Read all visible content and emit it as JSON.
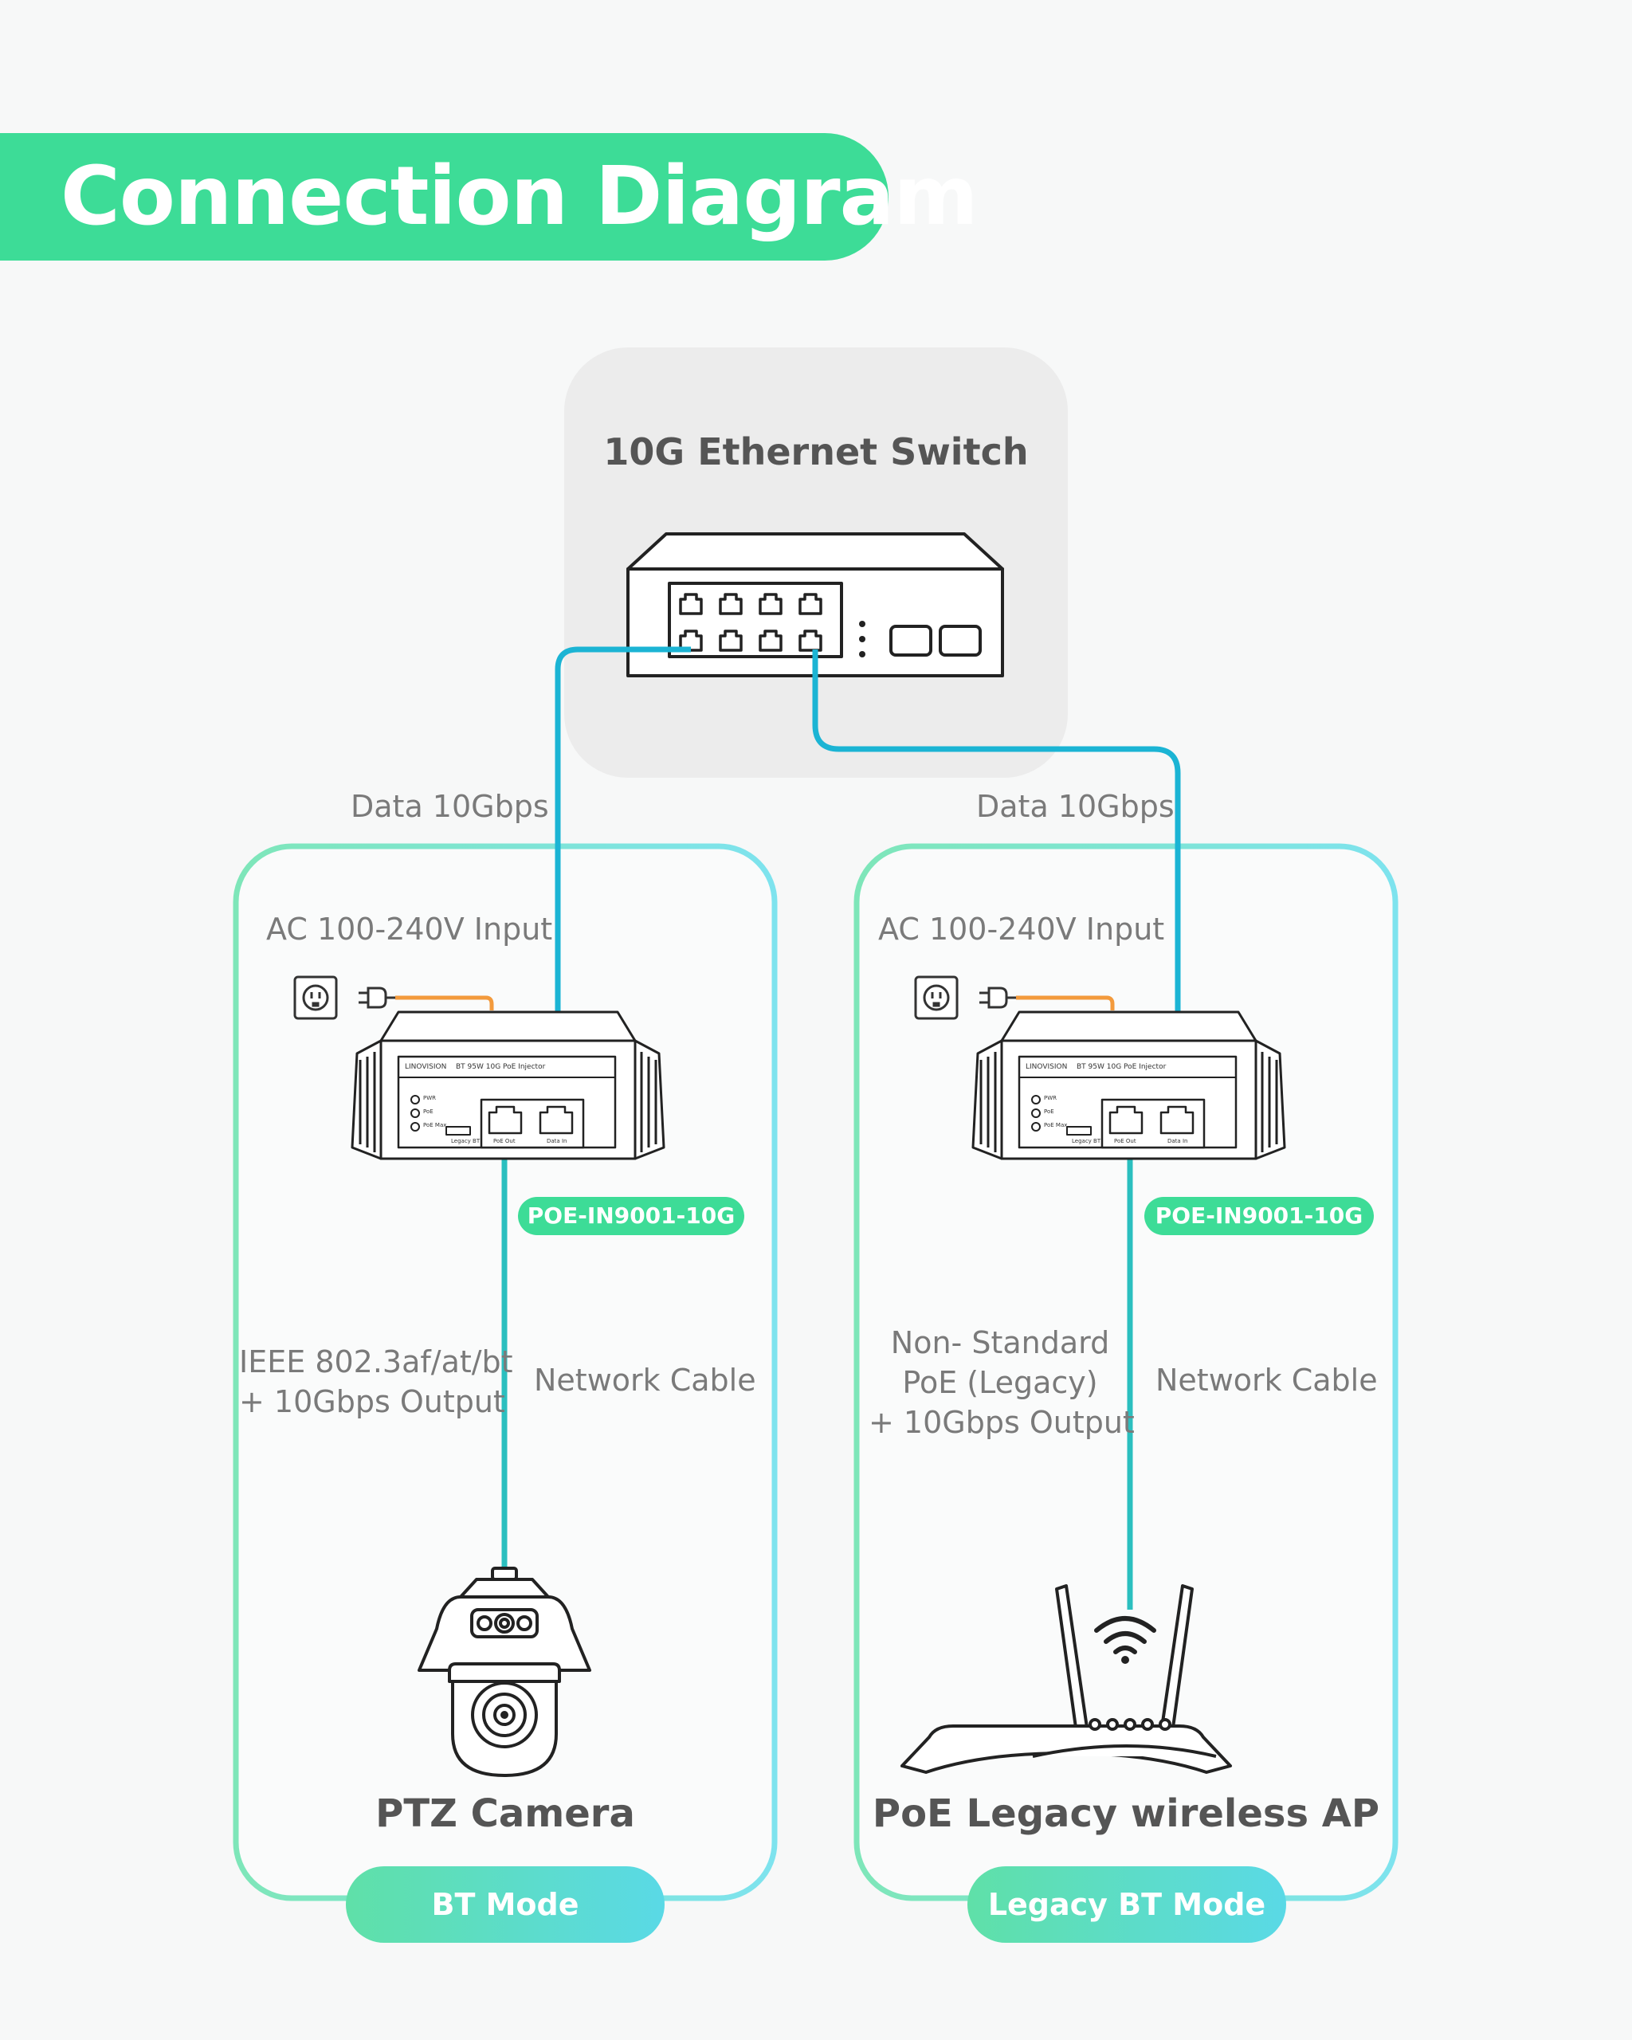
{
  "header": {
    "title": "Connection Diagram"
  },
  "switch": {
    "title": "10G Ethernet Switch"
  },
  "panels": [
    {
      "data_label": "Data 10Gbps",
      "ac_label": "AC 100-240V Input",
      "model": "POE-IN9001-10G",
      "output_lines": [
        "IEEE 802.3af/at/bt",
        "+ 10Gbps Output"
      ],
      "cable_label": "Network Cable",
      "device": "PTZ Camera",
      "mode": "BT Mode"
    },
    {
      "data_label": "Data 10Gbps",
      "ac_label": "AC 100-240V Input",
      "model": "POE-IN9001-10G",
      "output_lines": [
        "Non- Standard",
        "PoE (Legacy)",
        "+ 10Gbps Output"
      ],
      "cable_label": "Network Cable",
      "device": "PoE Legacy wireless AP",
      "mode": "Legacy BT Mode"
    }
  ],
  "injector_label": {
    "brand": "LINOVISION",
    "product": "BT 95W 10G PoE Injector",
    "leds": [
      "PWR",
      "PoE",
      "PoE Max"
    ],
    "ports": [
      "PoE Out",
      "Data In"
    ],
    "switch_label": "Legacy BT"
  },
  "colors": {
    "accent": "#3ddc97",
    "cable": "#1bb4d4",
    "power_cord": "#f39a3c",
    "panel_border": "#7fe3e6"
  }
}
